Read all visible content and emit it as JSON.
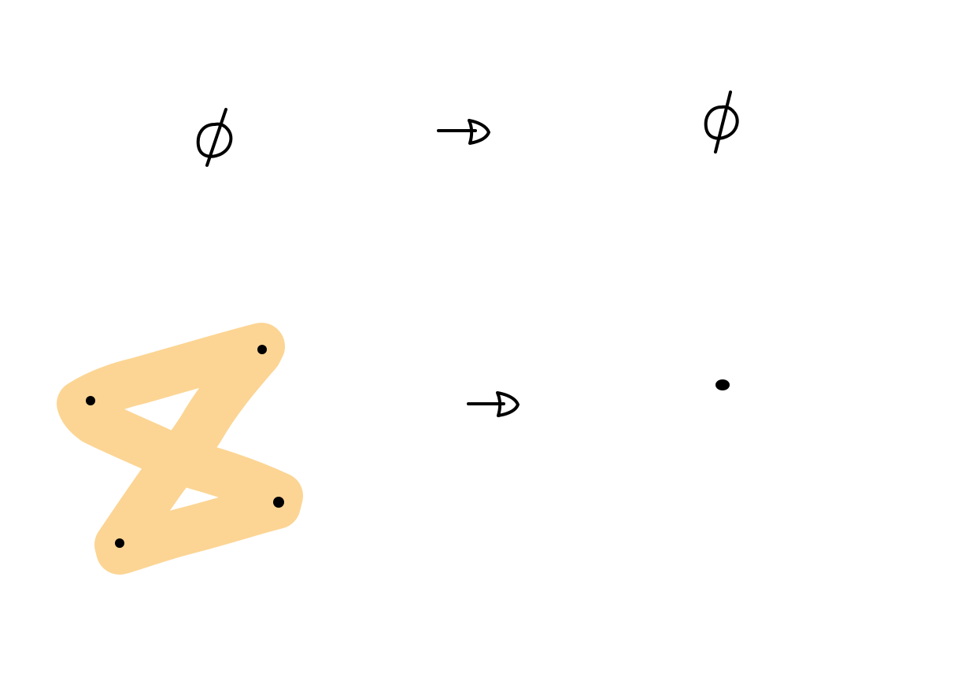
{
  "diagram": {
    "rows": [
      {
        "input": {
          "kind": "empty-set-symbol"
        },
        "arrow": {
          "kind": "hand-drawn-arrow"
        },
        "output": {
          "kind": "empty-set-symbol"
        }
      },
      {
        "input": {
          "kind": "point-set",
          "point_count": 4,
          "connected_by": "highlight-path"
        },
        "arrow": {
          "kind": "hand-drawn-arrow"
        },
        "output": {
          "kind": "single-point"
        }
      }
    ],
    "colors": {
      "ink": "#000000",
      "highlight": "#fcd594",
      "background": "#ffffff"
    }
  }
}
